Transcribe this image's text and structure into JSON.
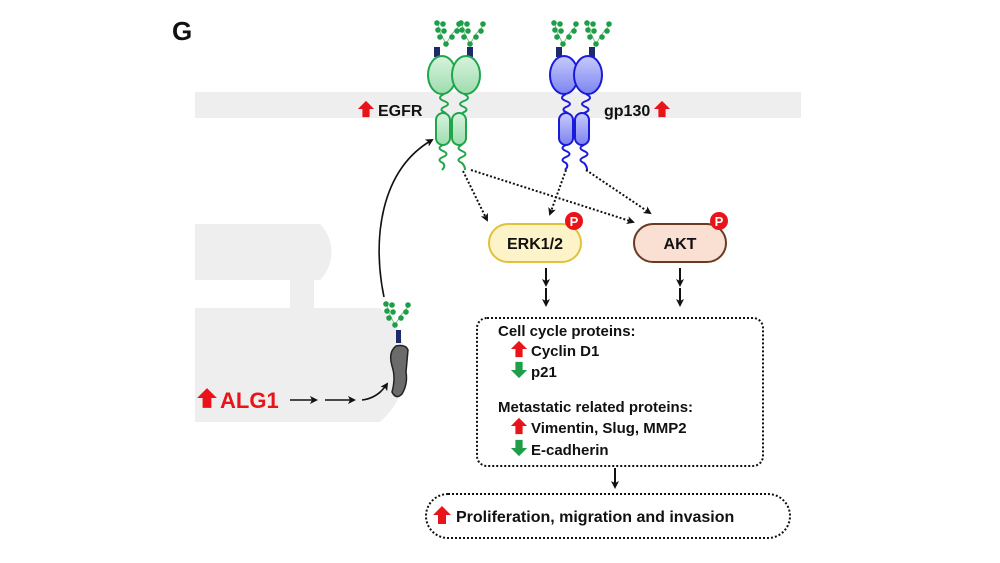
{
  "panel_label": "G",
  "receptors": {
    "egfr": {
      "label": "EGFR",
      "color": "#1fa64a",
      "fill": "#bfe8c8",
      "regulation": "up"
    },
    "gp130": {
      "label": "gp130",
      "color": "#1a1adb",
      "fill": "#9aa0f5",
      "regulation": "up"
    }
  },
  "source": {
    "label": "ALG1",
    "regulation": "up"
  },
  "kinases": {
    "erk": {
      "label": "ERK1/2",
      "phospho": "P",
      "fill": "#fdf3c8",
      "stroke": "#e0c23a"
    },
    "akt": {
      "label": "AKT",
      "phospho": "P",
      "fill": "#f9e0d2",
      "stroke": "#6b3a22"
    }
  },
  "proteins_box": {
    "cell_cycle_title": "Cell cycle proteins:",
    "cell_cycle_items": [
      {
        "label": "Cyclin D1",
        "regulation": "up"
      },
      {
        "label": "p21",
        "regulation": "down"
      }
    ],
    "metastatic_title": "Metastatic related proteins:",
    "metastatic_items": [
      {
        "label": "Vimentin, Slug, MMP2",
        "regulation": "up"
      },
      {
        "label": "E-cadherin",
        "regulation": "down"
      }
    ]
  },
  "outcome": {
    "label": "Proliferation, migration and invasion",
    "regulation": "up"
  },
  "colors": {
    "up": "#e8141a",
    "down": "#1e9e48",
    "membrane": "#eeeeee",
    "glycan": "#1e9e48",
    "linker": "#1f2a6b"
  }
}
